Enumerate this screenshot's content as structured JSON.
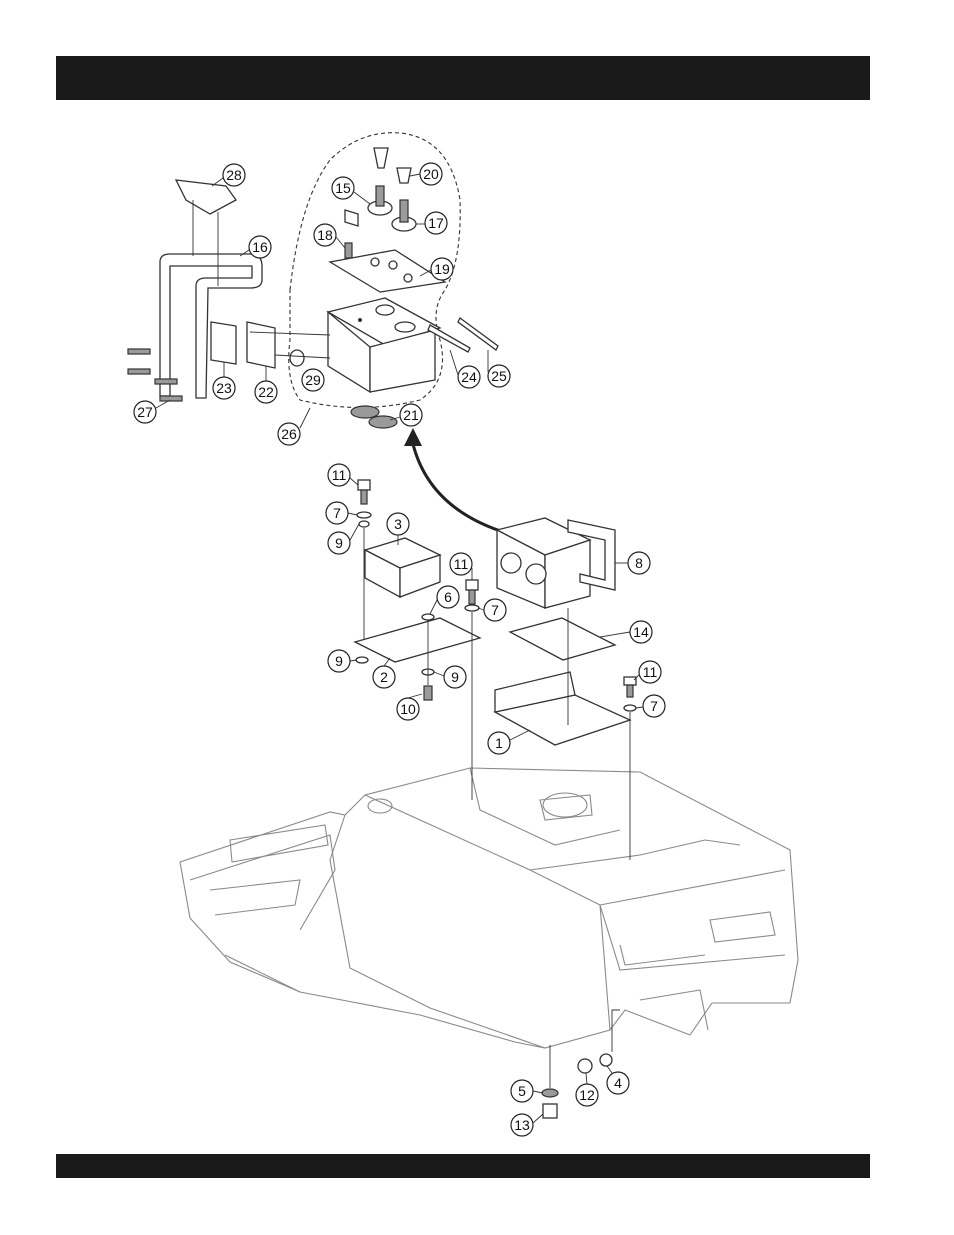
{
  "header": {
    "title": ""
  },
  "footer": {
    "text": ""
  },
  "colors": {
    "bars": "#1a1a1a",
    "lines": "#333333",
    "frame": "#8a8a8a"
  },
  "callouts": [
    {
      "id": "c28",
      "label": "28"
    },
    {
      "id": "c16",
      "label": "16"
    },
    {
      "id": "c20",
      "label": "20"
    },
    {
      "id": "c15",
      "label": "15"
    },
    {
      "id": "c17",
      "label": "17"
    },
    {
      "id": "c18",
      "label": "18"
    },
    {
      "id": "c19",
      "label": "19"
    },
    {
      "id": "c23",
      "label": "23"
    },
    {
      "id": "c22",
      "label": "22"
    },
    {
      "id": "c29",
      "label": "29"
    },
    {
      "id": "c24",
      "label": "24"
    },
    {
      "id": "c25",
      "label": "25"
    },
    {
      "id": "c27",
      "label": "27"
    },
    {
      "id": "c26",
      "label": "26"
    },
    {
      "id": "c21",
      "label": "21"
    },
    {
      "id": "c11a",
      "label": "11"
    },
    {
      "id": "c7a",
      "label": "7"
    },
    {
      "id": "c3",
      "label": "3"
    },
    {
      "id": "c9a",
      "label": "9"
    },
    {
      "id": "c11b",
      "label": "11"
    },
    {
      "id": "c8",
      "label": "8"
    },
    {
      "id": "c6",
      "label": "6"
    },
    {
      "id": "c7b",
      "label": "7"
    },
    {
      "id": "c14",
      "label": "14"
    },
    {
      "id": "c9b",
      "label": "9"
    },
    {
      "id": "c2",
      "label": "2"
    },
    {
      "id": "c9c",
      "label": "9"
    },
    {
      "id": "c11c",
      "label": "11"
    },
    {
      "id": "c10",
      "label": "10"
    },
    {
      "id": "c7c",
      "label": "7"
    },
    {
      "id": "c1",
      "label": "1"
    },
    {
      "id": "c5",
      "label": "5"
    },
    {
      "id": "c12",
      "label": "12"
    },
    {
      "id": "c4",
      "label": "4"
    },
    {
      "id": "c13",
      "label": "13"
    }
  ]
}
